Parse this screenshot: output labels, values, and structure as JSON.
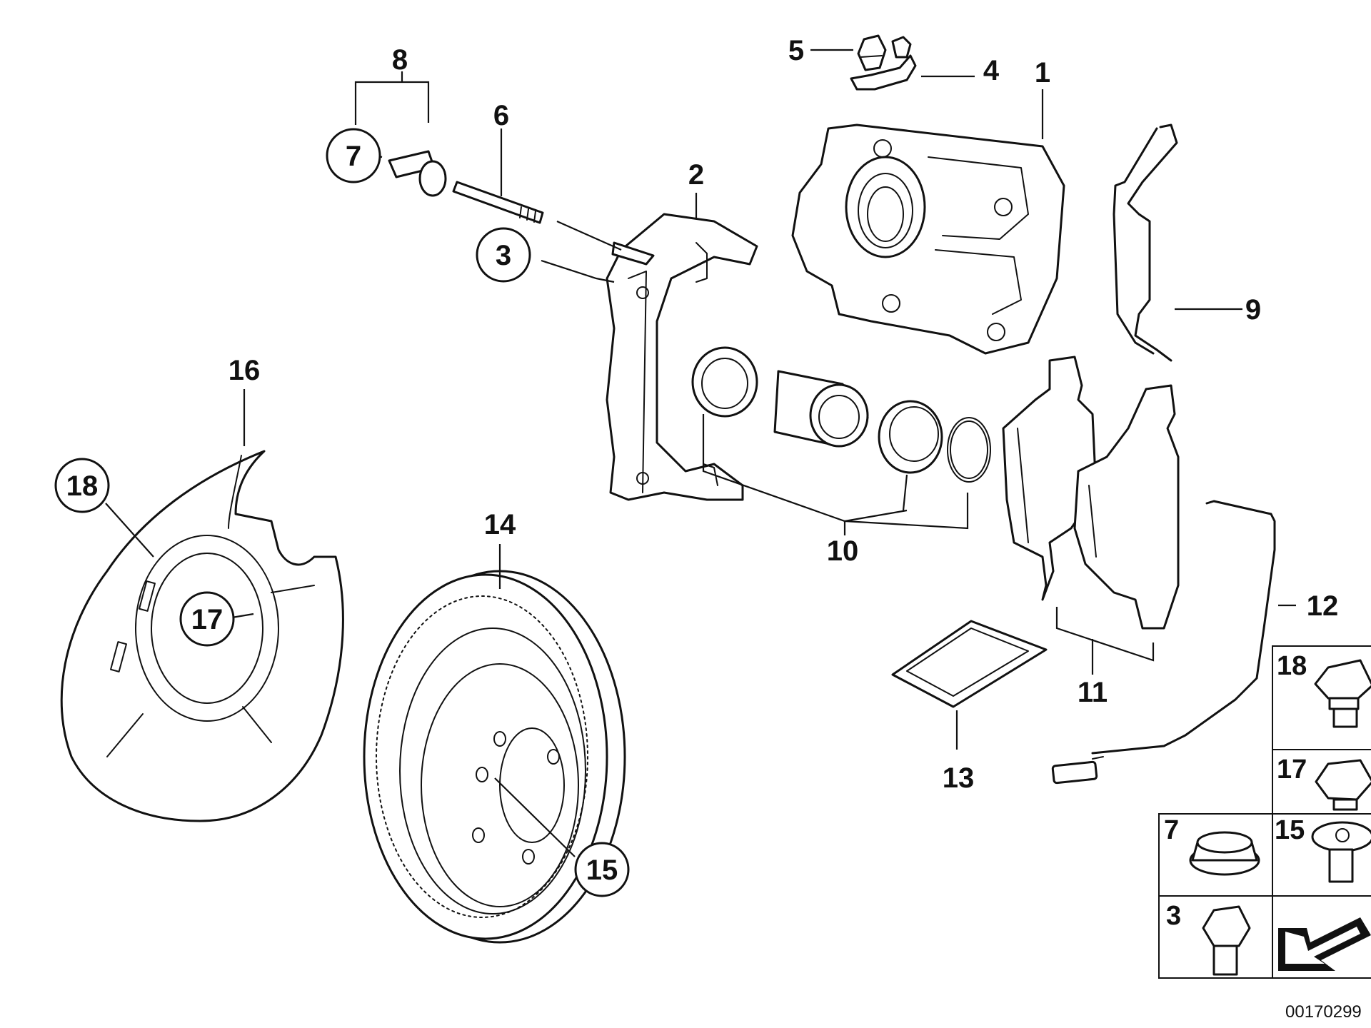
{
  "callouts": {
    "c1": "1",
    "c2": "2",
    "c3": "3",
    "c4": "4",
    "c5": "5",
    "c6": "6",
    "c7": "7",
    "c8": "8",
    "c9": "9",
    "c10": "10",
    "c11": "11",
    "c12": "12",
    "c13": "13",
    "c14": "14",
    "c15": "15",
    "c16": "16",
    "c17": "17",
    "c18": "18"
  },
  "legend": {
    "b18": "18",
    "b17": "17",
    "b7": "7",
    "b15": "15",
    "b3": "3"
  },
  "reference_number": "00170299",
  "colors": {
    "line": "#111111",
    "background": "#ffffff"
  }
}
